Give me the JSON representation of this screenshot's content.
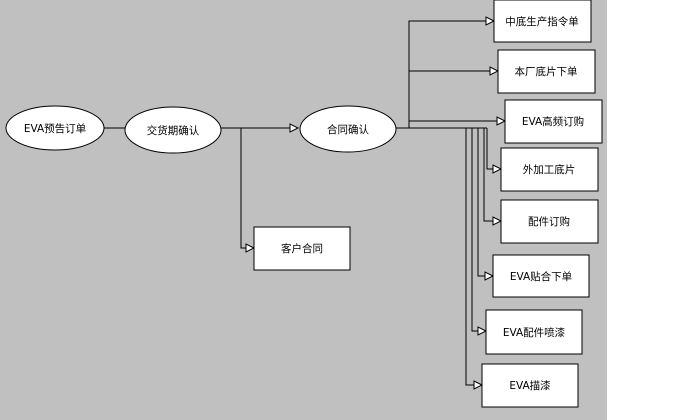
{
  "diagram": {
    "background_color": "#c0c0c0",
    "nodes": {
      "eva_presale_order": "EVA预告订单",
      "delivery_confirm": "交货期确认",
      "contract_confirm": "合同确认",
      "customer_contract": "客户合同",
      "sole_production_order": "中底生产指令单",
      "factory_sole_order": "本厂底片下单",
      "eva_high_freq_purchase": "EVA高频订购",
      "outsource_sole": "外加工底片",
      "parts_purchase": "配件订购",
      "eva_lamination_order": "EVA贴合下单",
      "eva_parts_painting": "EVA配件喷漆",
      "eva_outline_painting": "EVA描漆"
    }
  }
}
